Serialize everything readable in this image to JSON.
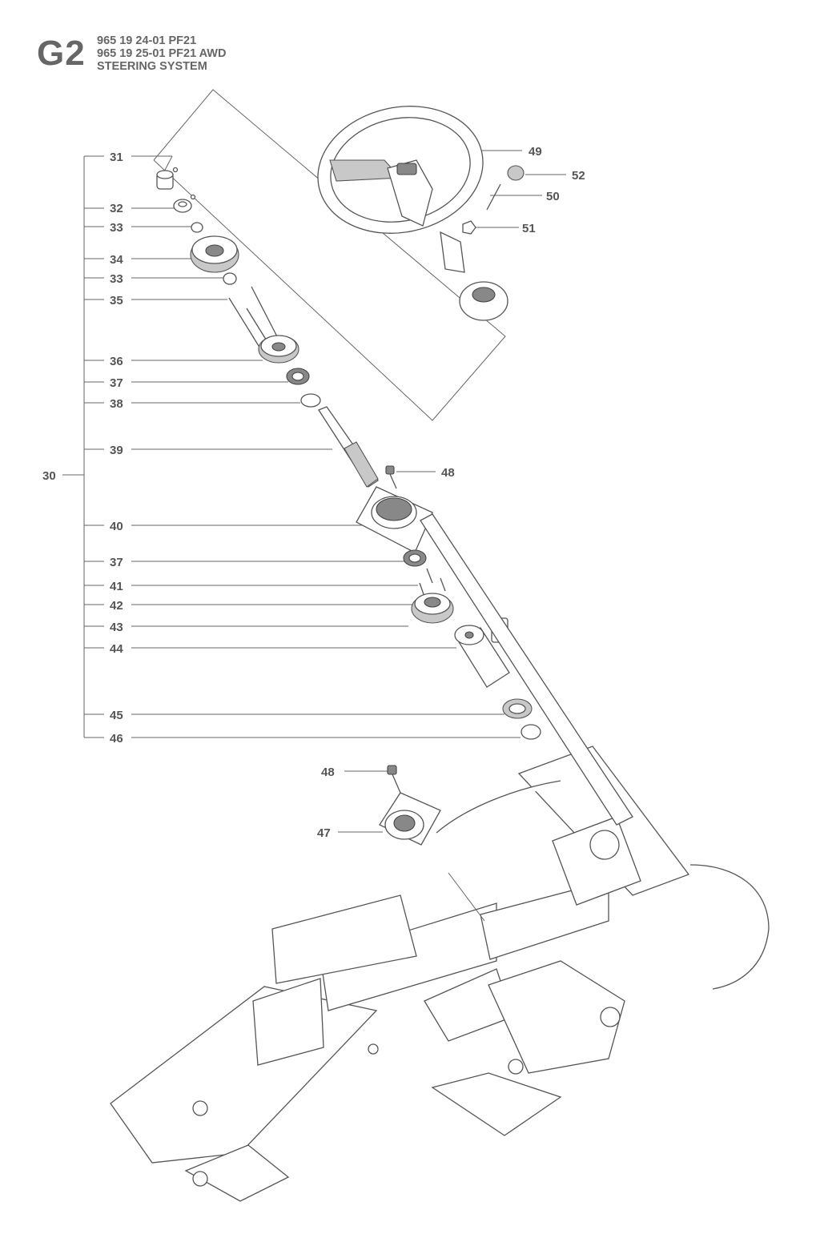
{
  "header": {
    "code": "G2",
    "lines": [
      "965 19 24-01 PF21",
      "965 19 25-01 PF21 AWD",
      "STEERING SYSTEM"
    ]
  },
  "callouts": {
    "c31": "31",
    "c32": "32",
    "c33a": "33",
    "c34": "34",
    "c33b": "33",
    "c35": "35",
    "c36": "36",
    "c37a": "37",
    "c38": "38",
    "c39": "39",
    "c30": "30",
    "c40": "40",
    "c37b": "37",
    "c41": "41",
    "c42": "42",
    "c43": "43",
    "c44": "44",
    "c45": "45",
    "c46": "46",
    "c48a": "48",
    "c48b": "48",
    "c47": "47",
    "c49": "49",
    "c52": "52",
    "c50": "50",
    "c51": "51"
  }
}
